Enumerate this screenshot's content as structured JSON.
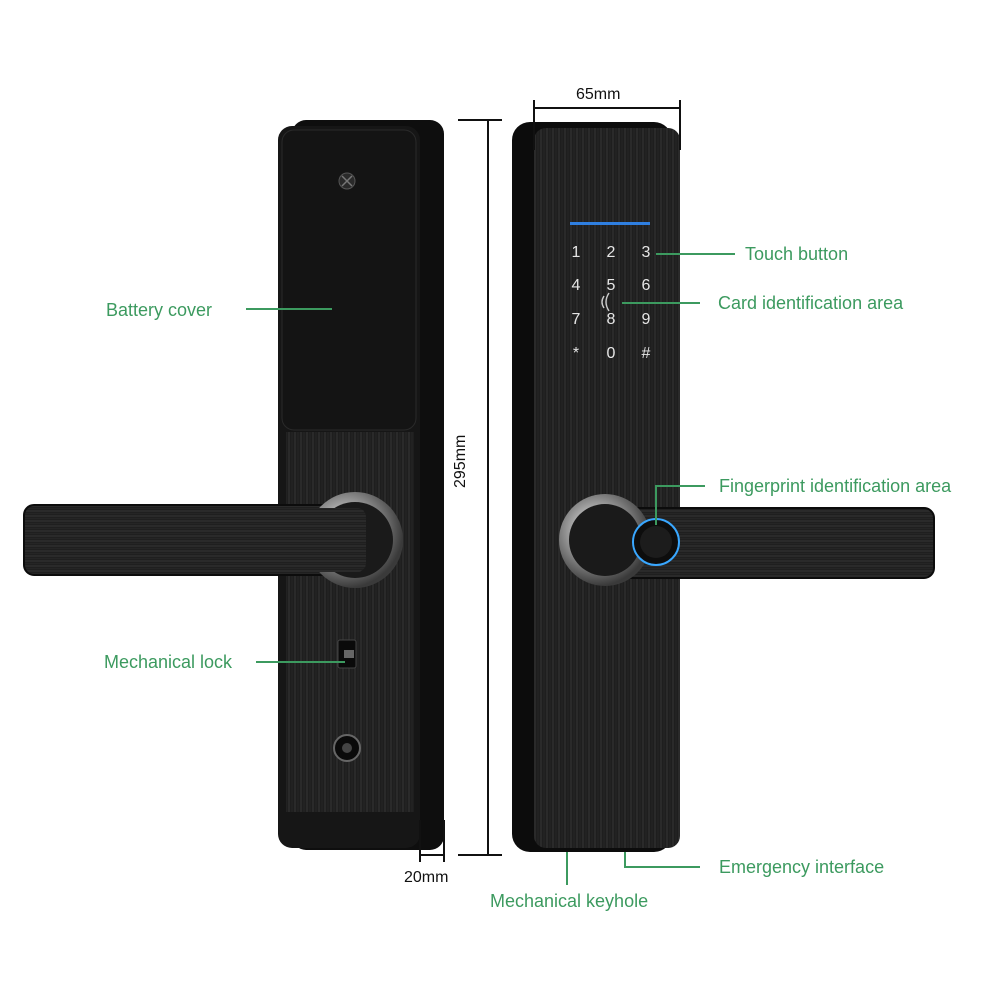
{
  "colors": {
    "callout": "#3c9a5f",
    "lock_body": "#151515",
    "keypad_light": "#2f7fe0",
    "fingerprint_ring": "#39a7ff"
  },
  "dimensions": {
    "width": "65mm",
    "height": "295mm",
    "thickness": "20mm"
  },
  "keypad": {
    "keys": [
      "1",
      "2",
      "3",
      "4",
      "5",
      "6",
      "7",
      "8",
      "9",
      "*",
      "0",
      "#"
    ]
  },
  "callouts": {
    "battery_cover": "Battery cover",
    "mechanical_lock": "Mechanical lock",
    "touch_button": "Touch button",
    "card_area": "Card identification area",
    "fingerprint_area": "Fingerprint identification area",
    "emergency_interface": "Emergency interface",
    "mechanical_keyhole": "Mechanical keyhole"
  }
}
